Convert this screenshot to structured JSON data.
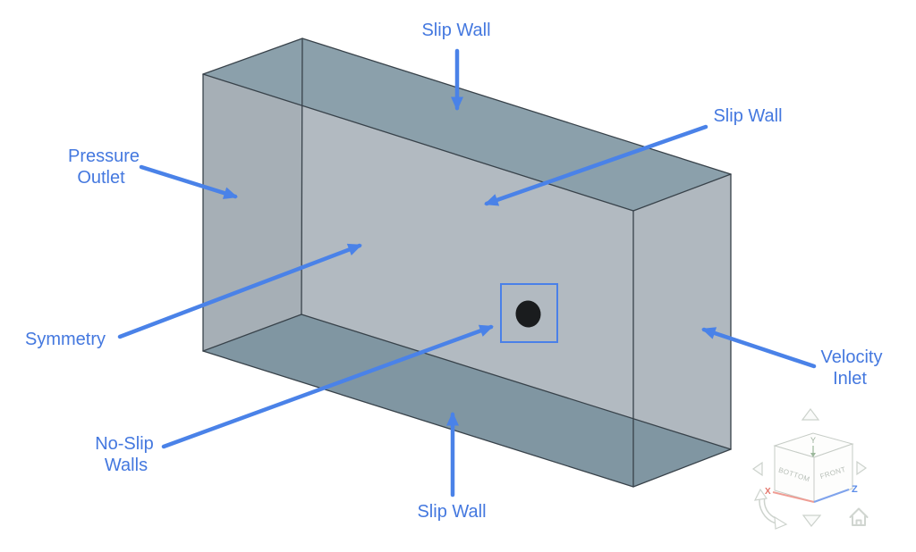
{
  "colors": {
    "annotation_text_blue": "#4478df",
    "arrow_blue": "#4a82e8",
    "face_top": "#8ba0ab",
    "face_front": "#b2bac1",
    "face_left": "#a6afb6",
    "face_right": "#b0b8bf",
    "face_bottom": "#8096a2",
    "box_edge": "#38424a",
    "cylinder_black": "#1a1c1e",
    "selection_blue": "#4a80e8",
    "widget_gray": "#ccd2cc",
    "axis_x_red": "#e4766b",
    "axis_y_green": "#9caf9c",
    "axis_z_blue": "#5b8ce8"
  },
  "annotations": {
    "slip_wall_top": {
      "line1": "Slip Wall"
    },
    "slip_wall_back": {
      "line1": "Slip Wall"
    },
    "pressure_outlet": {
      "line1": "Pressure",
      "line2": "Outlet"
    },
    "symmetry": {
      "line1": "Symmetry"
    },
    "no_slip_walls": {
      "line1": "No-Slip",
      "line2": "Walls"
    },
    "velocity_inlet": {
      "line1": "Velocity",
      "line2": "Inlet"
    },
    "slip_wall_bottom": {
      "line1": "Slip Wall"
    }
  },
  "view_cube": {
    "face_bottom_label": "BOTTOM",
    "face_front_label": "FRONT",
    "axis_x": "X",
    "axis_y": "Y",
    "axis_z": "Z"
  }
}
